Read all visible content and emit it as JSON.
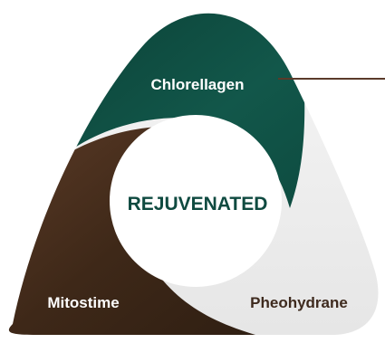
{
  "diagram": {
    "center": "REJUVENATED",
    "segments": [
      {
        "label": "Chlorellagen"
      },
      {
        "label": "Mitostime"
      },
      {
        "label": "Pheohydrane"
      }
    ],
    "colors": {
      "chlorellagen": "#0f4a40",
      "mitostime": "#3e2a1e",
      "pheohydrane": "#eeeeee",
      "center_text": "#0f4a40",
      "pheohydrane_text": "#3e2a1e",
      "leader_line": "#5a3a2a"
    }
  }
}
